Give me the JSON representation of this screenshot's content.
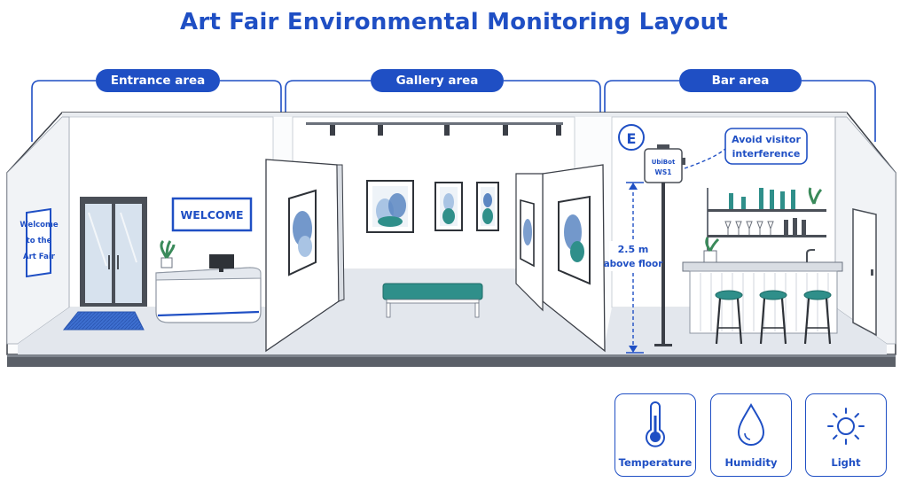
{
  "title": "Art Fair Environmental Monitoring Layout",
  "zones": {
    "entrance": "Entrance area",
    "gallery": "Gallery area",
    "bar": "Bar area"
  },
  "entrance_sign": [
    "Welcome",
    "to the",
    "Art Fair"
  ],
  "welcome_sign": "WELCOME",
  "sensor": {
    "marker": "E",
    "name_line1": "UbiBot",
    "name_line2": "WS1",
    "height_line1": "2.5 m",
    "height_line2": "above floor",
    "callout_line1": "Avoid visitor",
    "callout_line2": "interference"
  },
  "metrics": [
    {
      "label": "Temperature",
      "icon": "thermometer-icon"
    },
    {
      "label": "Humidity",
      "icon": "droplet-icon"
    },
    {
      "label": "Light",
      "icon": "sun-icon"
    }
  ],
  "colors": {
    "accent": "#1f4fc4",
    "teal": "#2f8f8a",
    "art_blue": "#5b86c2",
    "floor": "#e3e7ed"
  }
}
